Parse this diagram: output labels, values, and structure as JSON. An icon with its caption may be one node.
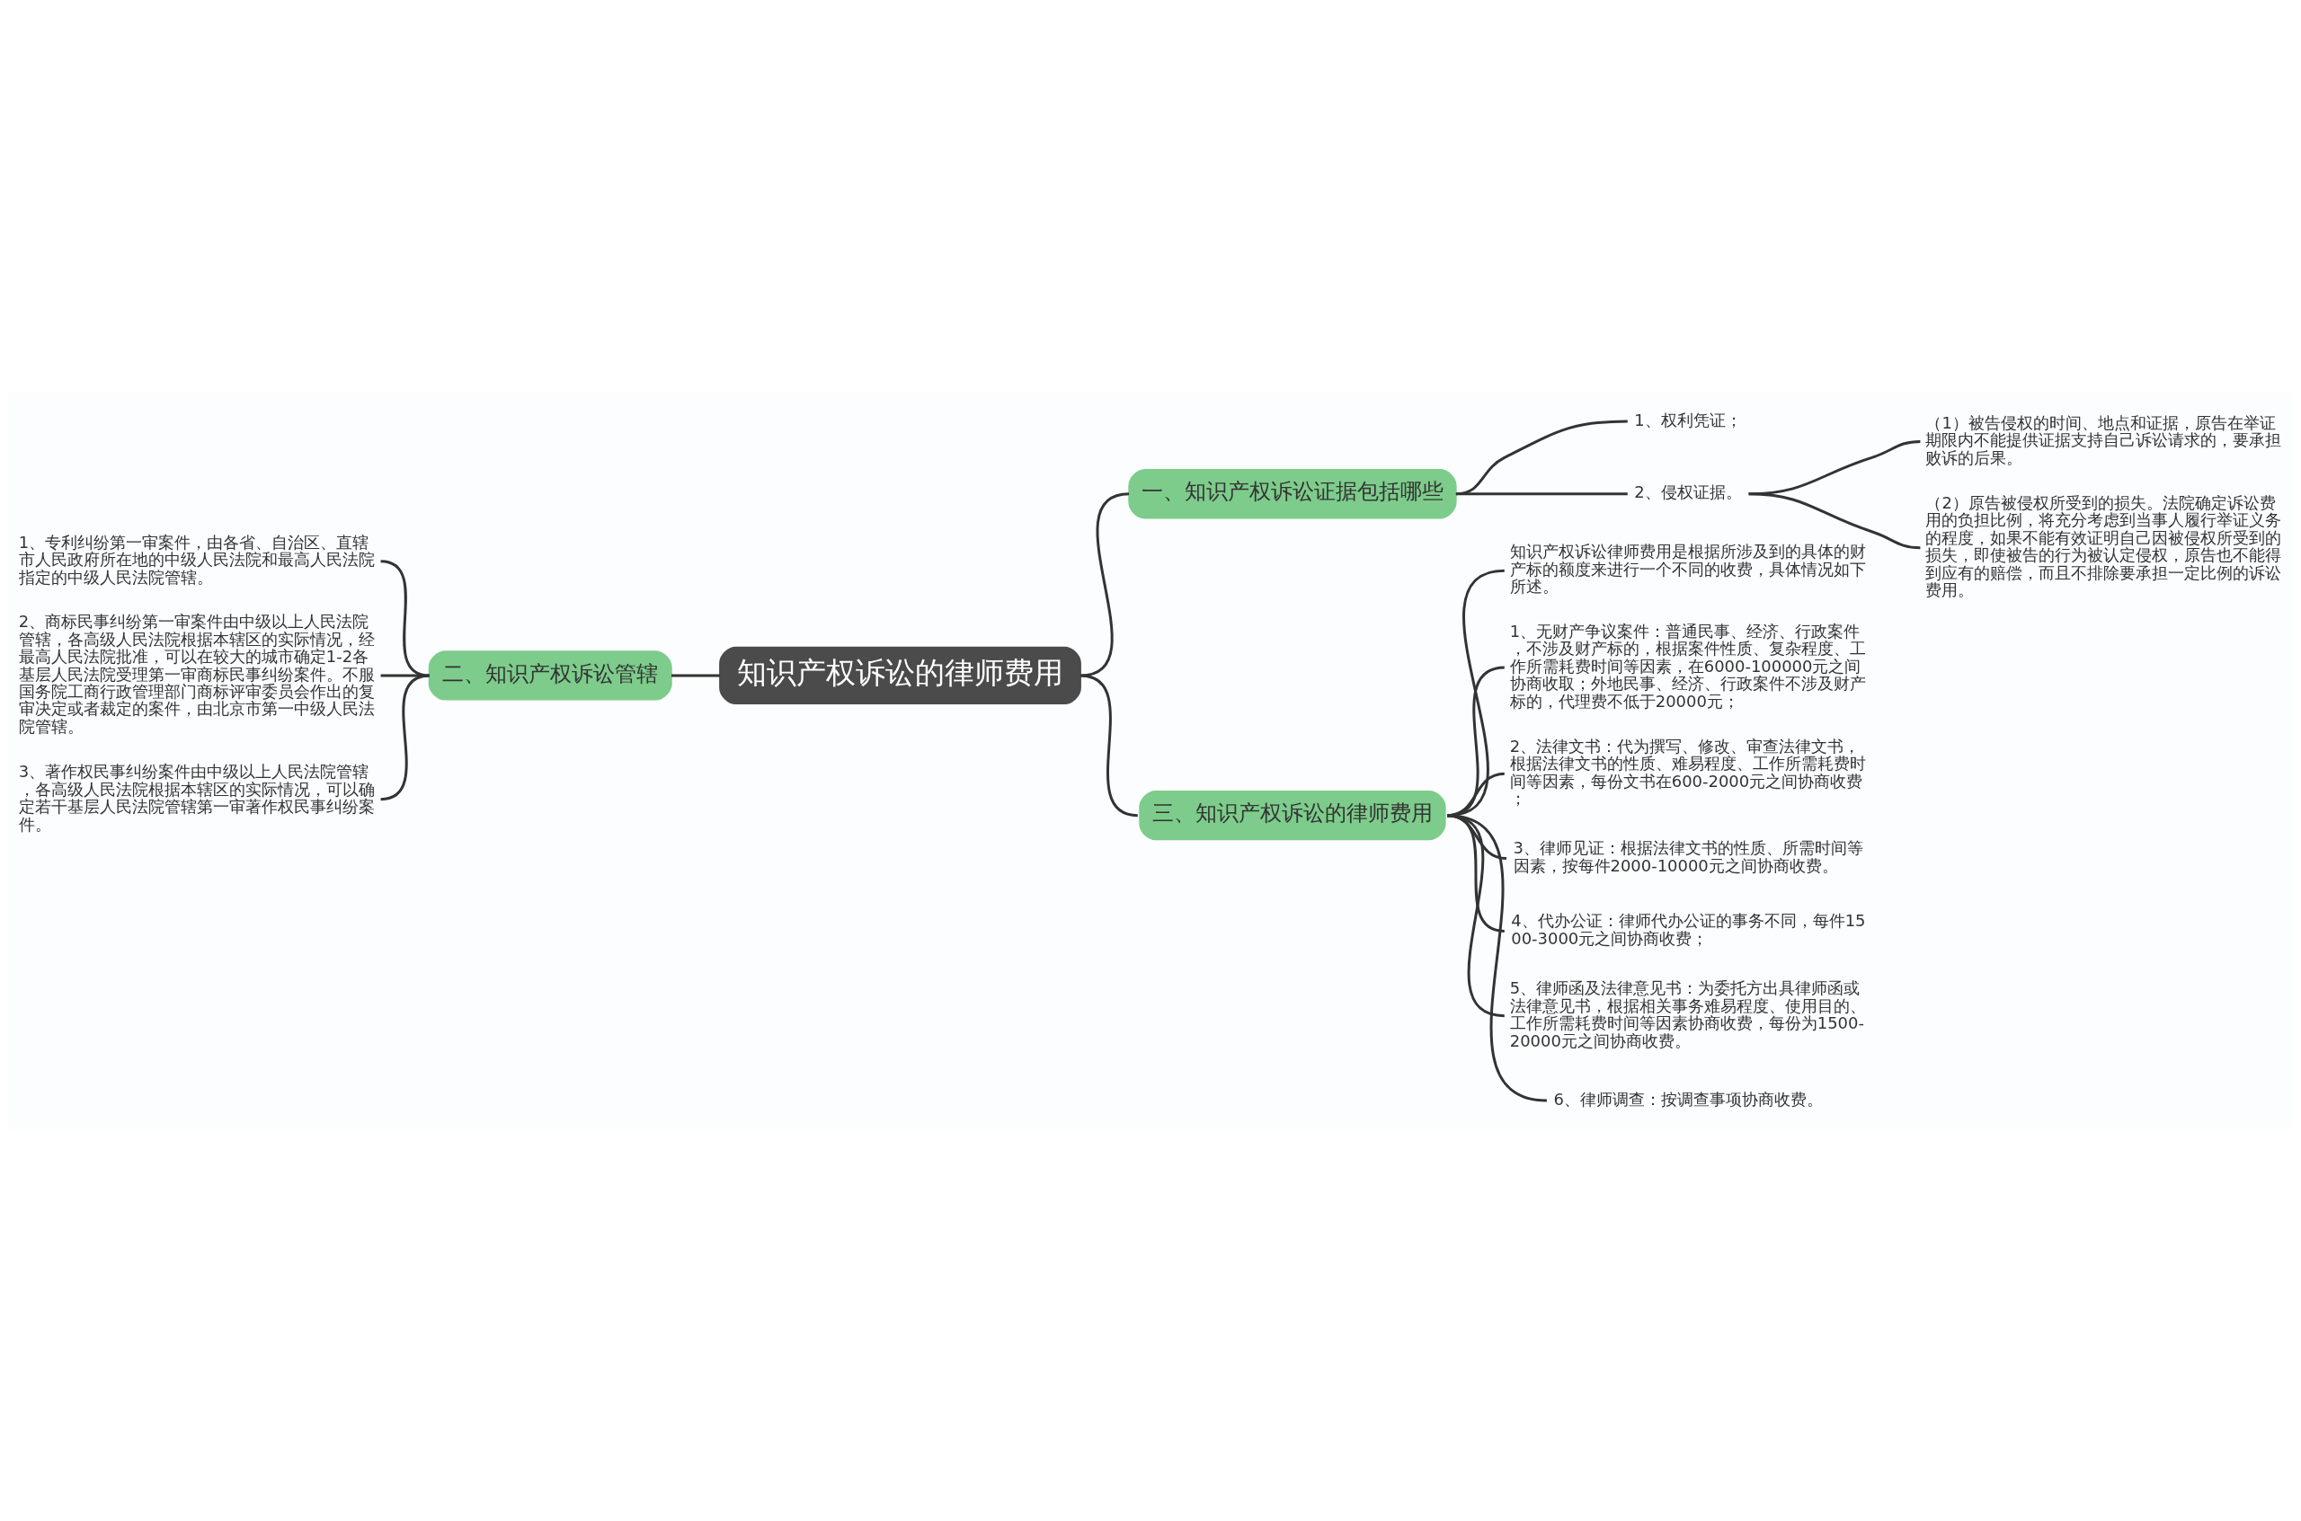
{
  "diagram": {
    "nodes": [
      {
        "text": [
          "知识产权诉讼的律师费用"
        ]
      },
      {
        "text": [
          "一、知识产权诉讼证据包括哪些"
        ]
      },
      {
        "text": [
          "1、权利凭证；"
        ]
      },
      {
        "text": [
          "2、侵权证据。"
        ]
      },
      {
        "text": [
          "（1）被告侵权的时间、地点和证据，原告在举证期限内不能提供证据支持自己诉讼请求的，要承担败诉的后果。"
        ]
      },
      {
        "text": [
          "（2）原告被侵权所受到的损失。法院确定诉讼费用的负担比例，将充分考虑到当事人履行举证义务的程度，如果不能有效证明自己因被侵权所受到的损失，即使被告的行为被认定侵权，原告也不能得到应有的赔偿，而且不排除要承担一定比例的诉讼费用。"
        ]
      },
      {
        "text": [
          "二、知识产权诉讼管辖"
        ]
      },
      {
        "text": [
          "1、专利纠纷第一审案件，由各省、自治区、直辖市人民政府所在地的中级人民法院和最高人民法院指定的中级人民法院管辖。"
        ]
      },
      {
        "text": [
          "2、商标民事纠纷第一审案件由中级以上人民法院管辖，各高级人民法院根据本辖区的实际情况，经最高人民法院批准，可以在较大的城市确定1-2各基层人民法院受理第一审商标民事纠纷案件。不服国务院工商行政管理部门商标评审委员会作出的复审决定或者裁定的案件，由北京市第一中级人民法院管辖。"
        ]
      },
      {
        "text": [
          "3、著作权民事纠纷案件由中级以上人民法院管辖，各高级人民法院根据本辖区的实际情况，可以确定若干基层人民法院管辖第一审著作权民事纠纷案件。"
        ]
      },
      {
        "text": [
          "三、知识产权诉讼的律师费用"
        ]
      },
      {
        "text": [
          "知识产权诉讼律师费用是根据所涉及到的具体的财产标的额度来进行一个不同的收费，具体情况如下所述。"
        ]
      },
      {
        "text": [
          "1、无财产争议案件：普通民事、经济、行政案件，不涉及财产标的，根据案件性质、复杂程度、工作所需耗费时间等因素，在6000-100000元之间协商收取；外地民事、经济、行政案件不涉及财产标的，代理费不低于20000元；"
        ]
      },
      {
        "text": [
          "2、法律文书：代为撰写、修改、审查法律文书，根据法律文书的性质、难易程度、工作所需耗费时间等因素，每份文书在600-2000元之间协商收费；"
        ]
      },
      {
        "text": [
          "3、律师见证：根据法律文书的性质、所需时间等因素，按每件2000-10000元之间协商收费。"
        ]
      },
      {
        "text": [
          "4、代办公证：律师代办公证的事务不同，每件1500-3000元之间协商收费；"
        ]
      },
      {
        "text": [
          "5、律师函及法律意见书：为委托方出具律师函或法律意见书，根据相关事务难易程度、使用目的、工作所需耗费时间等因素协商收费，每份为1500-20000元之间协商收费。"
        ]
      },
      {
        "text": [
          "6、律师调查：按调查事项协商收费。"
        ]
      }
    ],
    "edges": [
      {
        "from": 0,
        "to": 1,
        "arrow": "none"
      },
      {
        "from": 1,
        "to": 2,
        "arrow": "none"
      },
      {
        "from": 1,
        "to": 3,
        "arrow": "none"
      },
      {
        "from": 3,
        "to": 4,
        "arrow": "none"
      },
      {
        "from": 3,
        "to": 5,
        "arrow": "none"
      },
      {
        "from": 0,
        "to": 6,
        "arrow": "none"
      },
      {
        "from": 6,
        "to": 7,
        "arrow": "none"
      },
      {
        "from": 6,
        "to": 8,
        "arrow": "none"
      },
      {
        "from": 6,
        "to": 9,
        "arrow": "none"
      },
      {
        "from": 0,
        "to": 10,
        "arrow": "none"
      },
      {
        "from": 10,
        "to": 11,
        "arrow": "none"
      },
      {
        "from": 10,
        "to": 12,
        "arrow": "none"
      },
      {
        "from": 10,
        "to": 13,
        "arrow": "none"
      },
      {
        "from": 10,
        "to": 14,
        "arrow": "none"
      },
      {
        "from": 10,
        "to": 15,
        "arrow": "none"
      },
      {
        "from": 10,
        "to": 16,
        "arrow": "none"
      },
      {
        "from": 10,
        "to": 17,
        "arrow": "none"
      }
    ]
  }
}
